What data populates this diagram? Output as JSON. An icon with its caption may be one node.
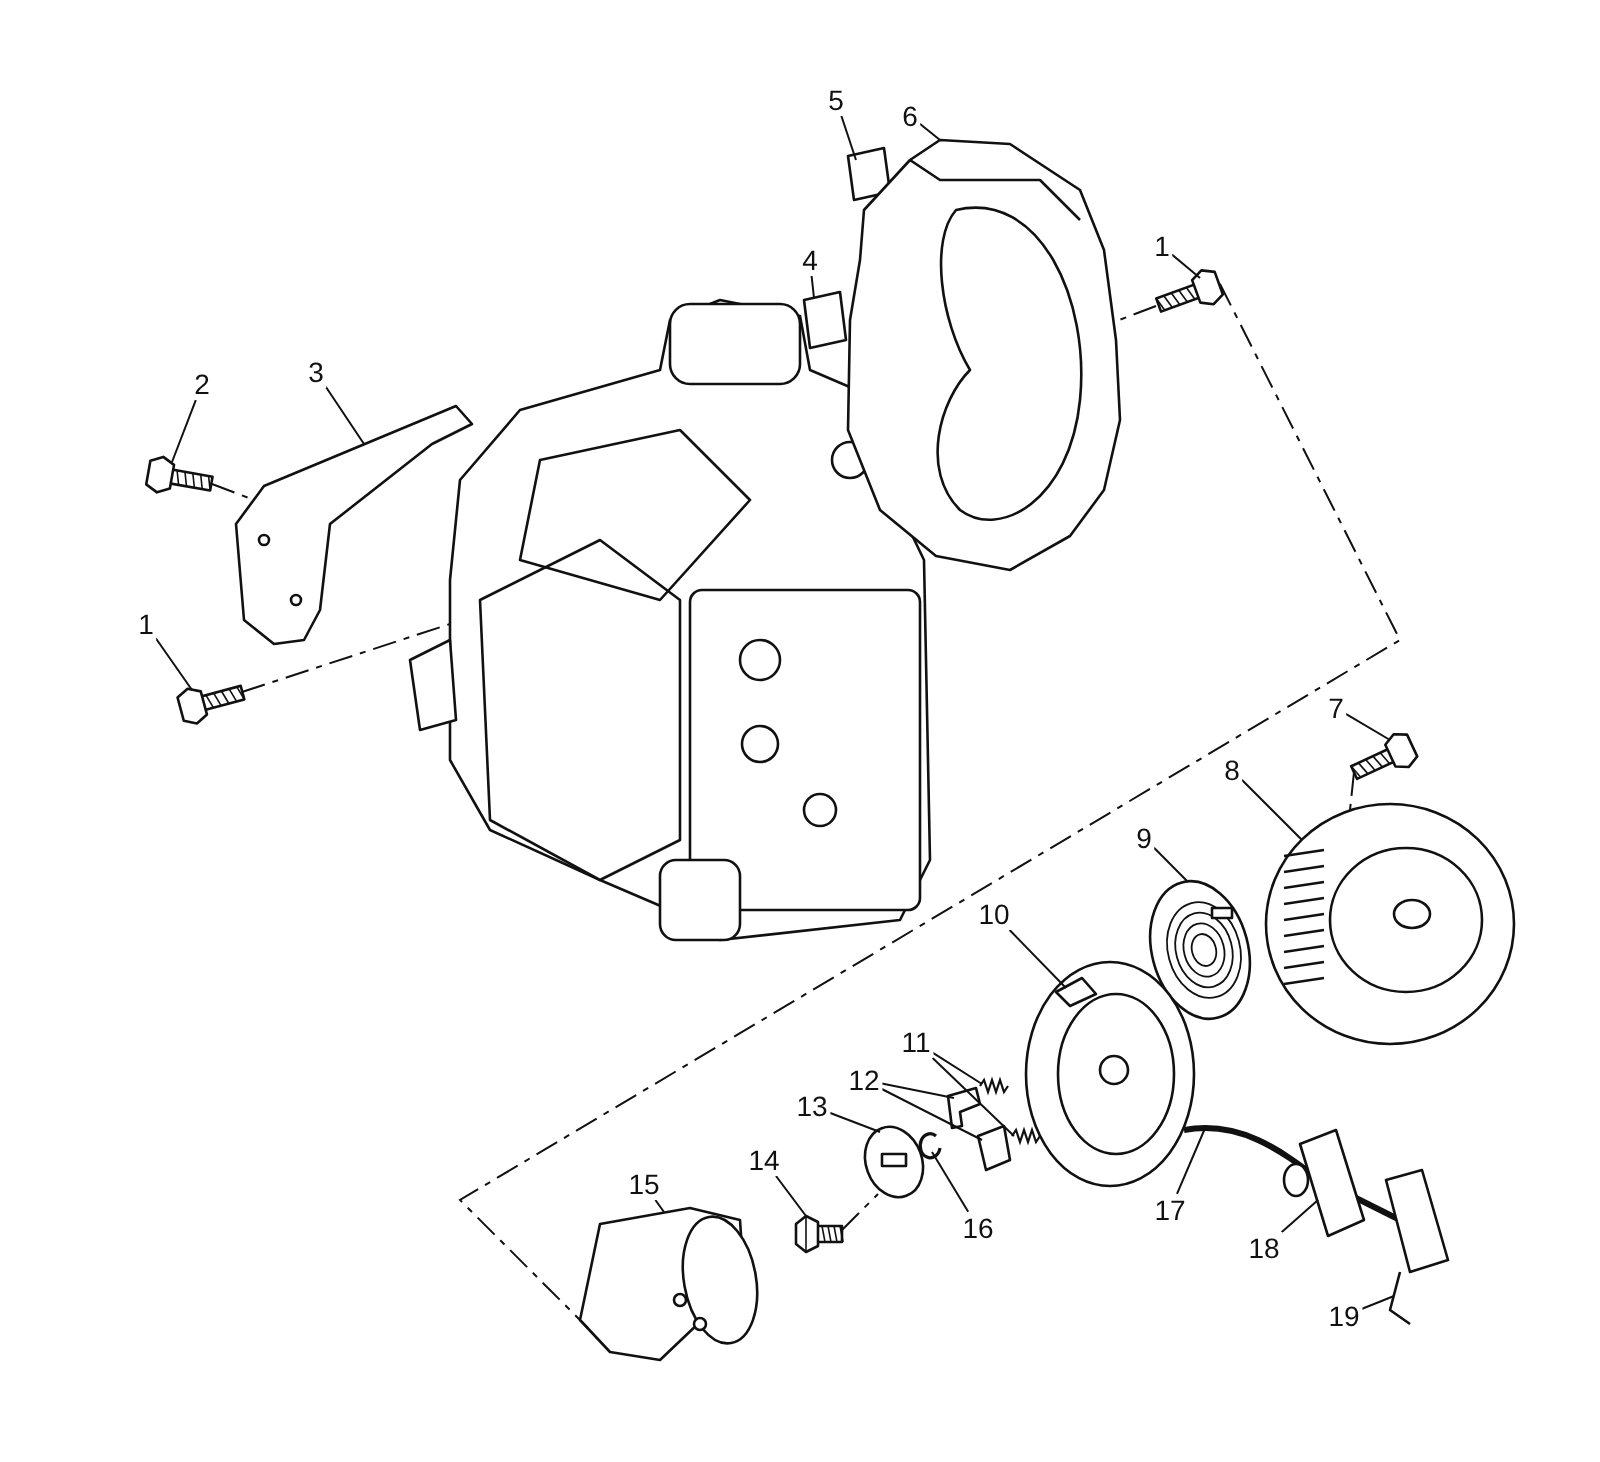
{
  "diagram": {
    "nodes": [
      {
        "text": [
          "5"
        ]
      },
      {
        "text": [
          "6"
        ]
      },
      {
        "text": [
          "1"
        ]
      },
      {
        "text": [
          "2"
        ]
      },
      {
        "text": [
          "3"
        ]
      },
      {
        "text": [
          "4"
        ]
      },
      {
        "text": [
          "1"
        ]
      },
      {
        "text": [
          "7"
        ]
      },
      {
        "text": [
          "8"
        ]
      },
      {
        "text": [
          "9"
        ]
      },
      {
        "text": [
          "10"
        ]
      },
      {
        "text": [
          "11"
        ]
      },
      {
        "text": [
          "12"
        ]
      },
      {
        "text": [
          "13"
        ]
      },
      {
        "text": [
          "14"
        ]
      },
      {
        "text": [
          "15"
        ]
      },
      {
        "text": [
          "16"
        ]
      },
      {
        "text": [
          "17"
        ]
      },
      {
        "text": [
          "18"
        ]
      },
      {
        "text": [
          "19"
        ]
      },
      {
        "text": [],
        "shape": "picture"
      },
      {
        "text": [],
        "shape": "picture"
      },
      {
        "text": [],
        "shape": "picture"
      },
      {
        "text": [],
        "shape": "picture"
      },
      {
        "text": [],
        "shape": "picture"
      },
      {
        "text": [],
        "shape": "picture"
      },
      {
        "text": [],
        "shape": "picture"
      },
      {
        "text": [],
        "shape": "picture"
      },
      {
        "text": [],
        "shape": "picture"
      },
      {
        "text": [],
        "shape": "picture"
      },
      {
        "text": [],
        "shape": "picture"
      },
      {
        "text": [],
        "shape": "picture"
      },
      {
        "text": [],
        "shape": "picture"
      },
      {
        "text": [],
        "shape": "picture"
      },
      {
        "text": [],
        "shape": "picture"
      },
      {
        "text": [],
        "shape": "picture"
      },
      {
        "text": [],
        "shape": "picture"
      },
      {
        "text": [],
        "shape": "picture"
      },
      {
        "text": [],
        "shape": "picture"
      },
      {
        "text": [],
        "shape": "picture"
      },
      {
        "text": [],
        "shape": "picture"
      },
      {
        "text": [],
        "shape": "picture"
      },
      {
        "text": [],
        "shape": "picture"
      }
    ],
    "edges": [
      {
        "from": 0,
        "to": 20,
        "arrow": "none"
      },
      {
        "from": 1,
        "to": 21,
        "arrow": "none"
      },
      {
        "from": 2,
        "to": 22,
        "arrow": "none"
      },
      {
        "from": 3,
        "to": 23,
        "arrow": "none"
      },
      {
        "from": 4,
        "to": 24,
        "arrow": "none"
      },
      {
        "from": 5,
        "to": 25,
        "arrow": "none"
      },
      {
        "from": 6,
        "to": 26,
        "arrow": "none"
      },
      {
        "from": 7,
        "to": 27,
        "arrow": "none"
      },
      {
        "from": 8,
        "to": 28,
        "arrow": "none"
      },
      {
        "from": 9,
        "to": 29,
        "arrow": "none"
      },
      {
        "from": 10,
        "to": 30,
        "arrow": "none"
      },
      {
        "from": 11,
        "to": 31,
        "arrow": "none"
      },
      {
        "from": 11,
        "to": 32,
        "arrow": "none"
      },
      {
        "from": 12,
        "to": 33,
        "arrow": "none"
      },
      {
        "from": 12,
        "to": 34,
        "arrow": "none"
      },
      {
        "from": 13,
        "to": 35,
        "arrow": "none"
      },
      {
        "from": 14,
        "to": 36,
        "arrow": "none"
      },
      {
        "from": 15,
        "to": 37,
        "arrow": "none"
      },
      {
        "from": 16,
        "to": 38,
        "arrow": "none"
      },
      {
        "from": 17,
        "to": 39,
        "arrow": "none"
      },
      {
        "from": 18,
        "to": 40,
        "arrow": "none"
      },
      {
        "from": 19,
        "to": 41,
        "arrow": "none"
      },
      {
        "from": 22,
        "to": 21,
        "arrow": "none",
        "style": "dashed"
      },
      {
        "from": 23,
        "to": 24,
        "arrow": "none",
        "style": "dashed"
      },
      {
        "from": 26,
        "to": 42,
        "arrow": "none",
        "style": "dashed"
      },
      {
        "from": 27,
        "to": 28,
        "arrow": "none",
        "style": "dashed"
      },
      {
        "from": 36,
        "to": 35,
        "arrow": "none",
        "style": "dashed"
      },
      {
        "from": 22,
        "to": 37,
        "arrow": "none",
        "style": "dashed"
      }
    ]
  }
}
